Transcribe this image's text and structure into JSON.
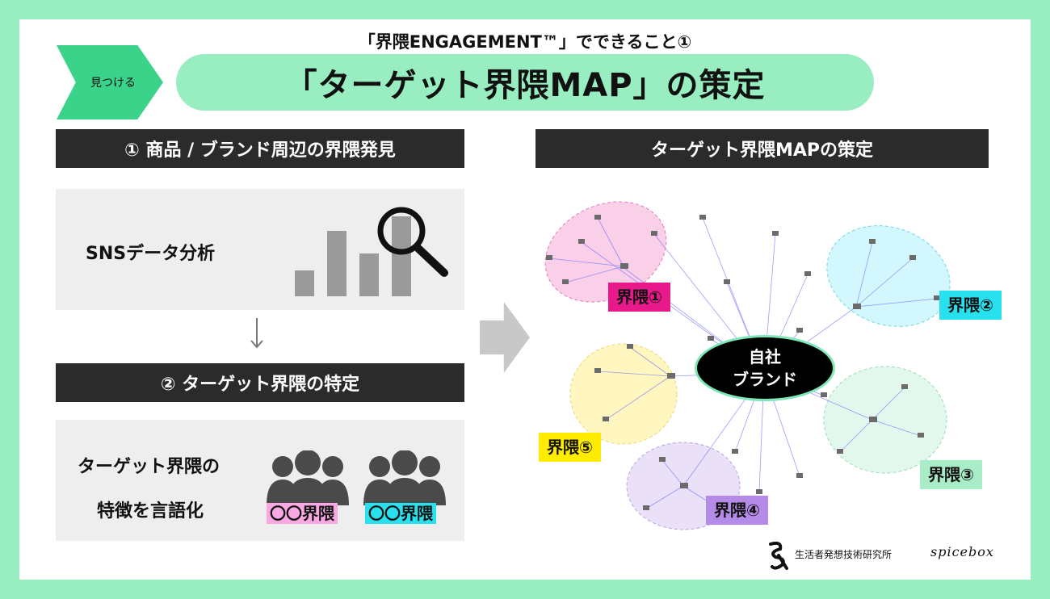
{
  "header": {
    "subtitle": "「界隈ENGAGEMENT™」でできること①",
    "tag": "見つける",
    "title": "「ターゲット界隈MAP」の策定"
  },
  "left": {
    "step1": {
      "heading": "① 商品 / ブランド周辺の界隈発見",
      "label": "SNSデータ分析"
    },
    "step2": {
      "heading": "② ターゲット界隈の特定",
      "label_line1": "ターゲット界隈の",
      "label_line2": "特徴を言語化",
      "group_tags": [
        "〇〇界隈",
        "〇〇界隈"
      ]
    }
  },
  "right": {
    "heading": "ターゲット界隈MAPの策定",
    "brand": [
      "自社",
      "ブランド"
    ],
    "clusters": [
      {
        "label": "界隈①",
        "color": "#e8198a"
      },
      {
        "label": "界隈②",
        "color": "#29e0ee"
      },
      {
        "label": "界隈③",
        "color": "#a8ecc8"
      },
      {
        "label": "界隈④",
        "color": "#b48ce8"
      },
      {
        "label": "界隈⑤",
        "color": "#ffec00"
      }
    ]
  },
  "footer": {
    "org": "生活者発想技術研究所",
    "partner": "spicebox"
  },
  "colors": {
    "frame": "#98eec0",
    "accent": "#3bd38a",
    "dark_bar": "#2b2b2b",
    "panel": "#eeeeee"
  }
}
